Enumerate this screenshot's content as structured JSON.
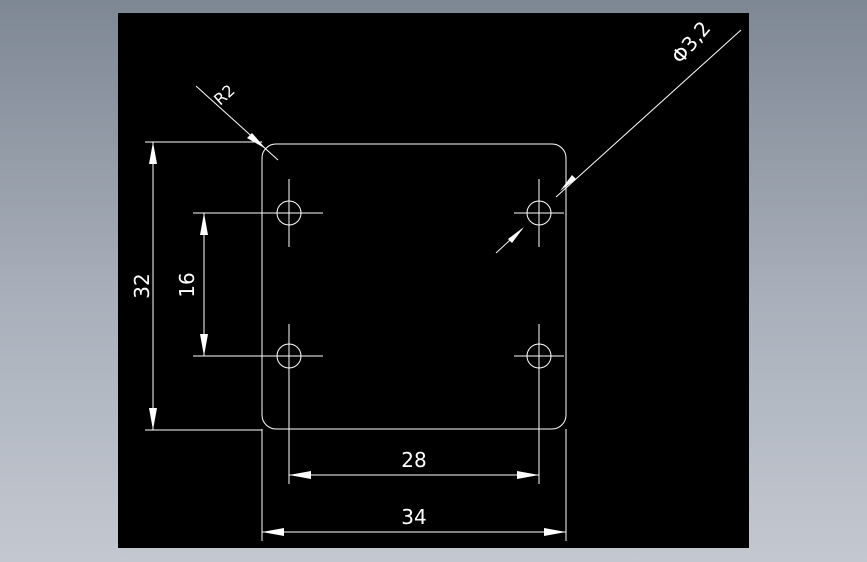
{
  "drawing": {
    "background_color": "#000000",
    "line_color": "#ffffff",
    "dimensions": {
      "overall_width": "34",
      "overall_height": "32",
      "hole_spacing_x": "28",
      "hole_spacing_y": "16",
      "corner_radius": "R2",
      "hole_diameter": "Φ3,2"
    }
  }
}
